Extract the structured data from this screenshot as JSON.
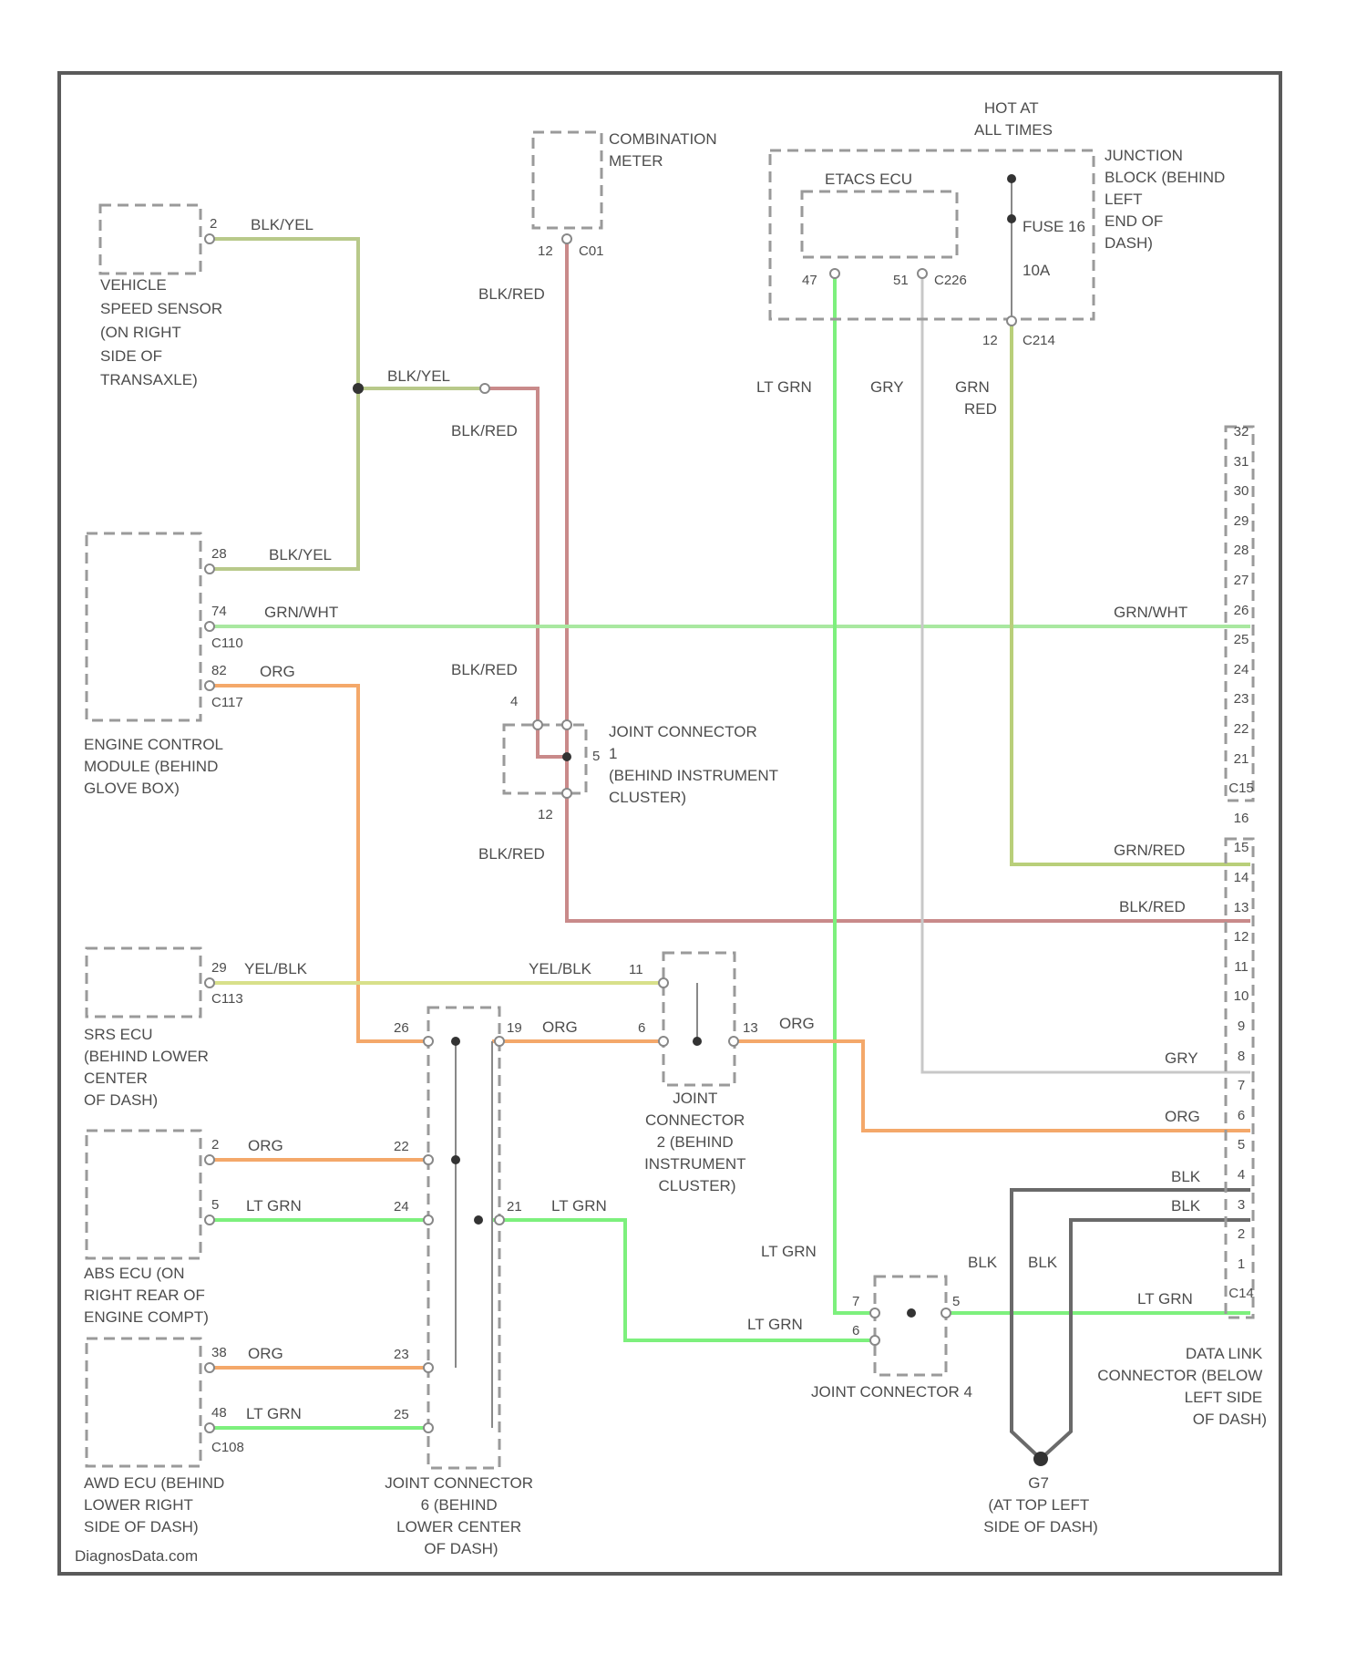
{
  "colors": {
    "blk_yel": "#b8c98a",
    "blk_red": "#c98a8a",
    "lt_grn": "#7df07d",
    "grn_wht": "#a9e8a0",
    "grn_red": "#b9cf7a",
    "org": "#f4a86a",
    "yel_blk": "#d8e08a",
    "gry": "#c8c8c8",
    "blk": "#6a6a6a",
    "frame": "#5a5a5a"
  },
  "components": {
    "vss": [
      "VEHICLE",
      "SPEED SENSOR",
      "(ON RIGHT",
      "SIDE OF",
      "TRANSAXLE)"
    ],
    "meter": [
      "COMBINATION",
      "METER"
    ],
    "hot": [
      "HOT AT",
      "ALL TIMES"
    ],
    "etacs": "ETACS ECU",
    "jb": [
      "JUNCTION",
      "BLOCK (BEHIND",
      "LEFT",
      "END OF",
      "DASH)"
    ],
    "fuse": "FUSE 16",
    "fuse_amp": "10A",
    "ecm": [
      "ENGINE CONTROL",
      "MODULE (BEHIND",
      "GLOVE BOX)"
    ],
    "jc1": [
      "JOINT CONNECTOR",
      "1",
      "(BEHIND INSTRUMENT",
      "CLUSTER)"
    ],
    "srs": [
      "SRS ECU",
      "(BEHIND LOWER",
      "CENTER",
      "OF DASH)"
    ],
    "jc2": [
      "JOINT",
      "CONNECTOR",
      "2 (BEHIND",
      "INSTRUMENT",
      "CLUSTER)"
    ],
    "abs1": [
      "ABS ECU (ON",
      "RIGHT REAR OF",
      "ENGINE COMPT)"
    ],
    "abs2": [
      "AWD ECU (BEHIND",
      "LOWER RIGHT",
      "SIDE OF DASH)"
    ],
    "jc6": [
      "JOINT CONNECTOR",
      "6 (BEHIND",
      "LOWER CENTER",
      "OF DASH)"
    ],
    "jc4": "JOINT CONNECTOR 4",
    "dlc": [
      "DATA LINK",
      "CONNECTOR (BELOW",
      "LEFT SIDE",
      "OF DASH)"
    ],
    "ground": [
      "G7",
      "(AT TOP LEFT",
      "SIDE OF DASH)"
    ],
    "watermark": "DiagnosData.com"
  },
  "wire_labels": {
    "w1": "BLK/YEL",
    "w2": "BLK/YEL",
    "w3": "BLK/YEL",
    "w4": "BLK/RED",
    "w5": "BLK/RED",
    "w6": "BLK/RED",
    "w7": "BLK/RED",
    "w8": "LT GRN",
    "w9": "GRY",
    "w10": "GRN",
    "w10b": "RED",
    "w11": "GRN/WHT",
    "w12": "GRN/WHT",
    "w13": "ORG",
    "w14": "GRN/RED",
    "w15": "BLK/RED",
    "w16": "YEL/BLK",
    "w17": "YEL/BLK",
    "w18": "ORG",
    "w19": "ORG",
    "w20": "GRY",
    "w21": "ORG",
    "w22": "BLK",
    "w23": "BLK",
    "w24": "ORG",
    "w25": "LT GRN",
    "w26": "LT GRN",
    "w27": "LT GRN",
    "w28": "BLK",
    "w29": "BLK",
    "w30": "LT GRN",
    "w31": "LT GRN",
    "w32": "ORG",
    "w33": "LT GRN"
  },
  "pins": {
    "p1": "2",
    "p2": "12",
    "p3": "C01",
    "p4": "47",
    "p5": "51",
    "p6": "C226",
    "p7": "12",
    "p8": "C214",
    "p9": "28",
    "p10": "74",
    "p11": "C110",
    "p12": "82",
    "p13": "C117",
    "p14": "4",
    "p15": "5",
    "p16": "12",
    "p17": "29",
    "p18": "C113",
    "p19": "26",
    "p20": "19",
    "p21": "11",
    "p22": "6",
    "p23": "13",
    "p24": "2",
    "p25": "22",
    "p26": "5",
    "p27": "24",
    "p28": "21",
    "p29": "38",
    "p30": "23",
    "p31": "48",
    "p32": "25",
    "p33": "C108",
    "p34": "7",
    "p35": "6",
    "p36": "5"
  },
  "dlc_pins": [
    "32",
    "31",
    "30",
    "29",
    "28",
    "27",
    "26",
    "25",
    "24",
    "23",
    "22",
    "21",
    "C15",
    "16",
    "15",
    "14",
    "13",
    "12",
    "11",
    "10",
    "9",
    "8",
    "7",
    "6",
    "5",
    "4",
    "3",
    "2",
    "1",
    "C14"
  ]
}
